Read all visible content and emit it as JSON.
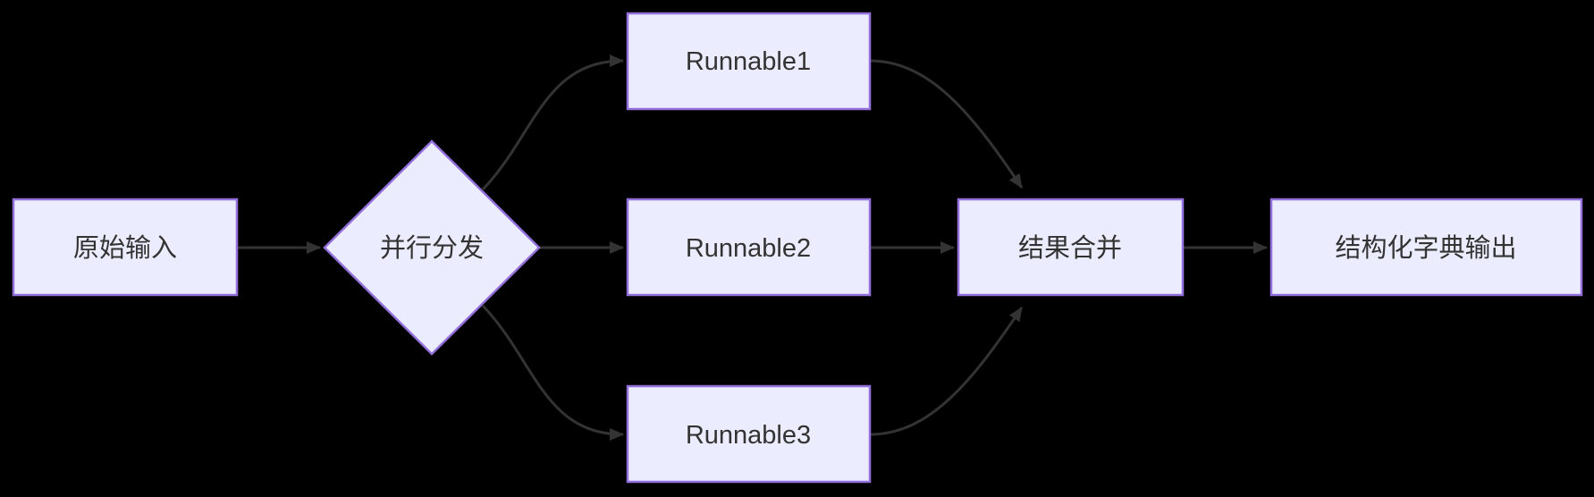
{
  "diagram": {
    "type": "flowchart",
    "direction": "left-to-right",
    "nodes": [
      {
        "id": "input",
        "label": "原始输入",
        "shape": "rect"
      },
      {
        "id": "dispatch",
        "label": "并行分发",
        "shape": "diamond"
      },
      {
        "id": "runnable1",
        "label": "Runnable1",
        "shape": "rect"
      },
      {
        "id": "runnable2",
        "label": "Runnable2",
        "shape": "rect"
      },
      {
        "id": "runnable3",
        "label": "Runnable3",
        "shape": "rect"
      },
      {
        "id": "merge",
        "label": "结果合并",
        "shape": "rect"
      },
      {
        "id": "output",
        "label": "结构化字典输出",
        "shape": "rect"
      }
    ],
    "edges": [
      {
        "from": "input",
        "to": "dispatch"
      },
      {
        "from": "dispatch",
        "to": "runnable1"
      },
      {
        "from": "dispatch",
        "to": "runnable2"
      },
      {
        "from": "dispatch",
        "to": "runnable3"
      },
      {
        "from": "runnable1",
        "to": "merge"
      },
      {
        "from": "runnable2",
        "to": "merge"
      },
      {
        "from": "runnable3",
        "to": "merge"
      },
      {
        "from": "merge",
        "to": "output"
      }
    ],
    "colors": {
      "background": "#000000",
      "node_fill": "#ECECFF",
      "node_border": "#9370DB",
      "edge": "#333333",
      "text": "#333333"
    }
  }
}
